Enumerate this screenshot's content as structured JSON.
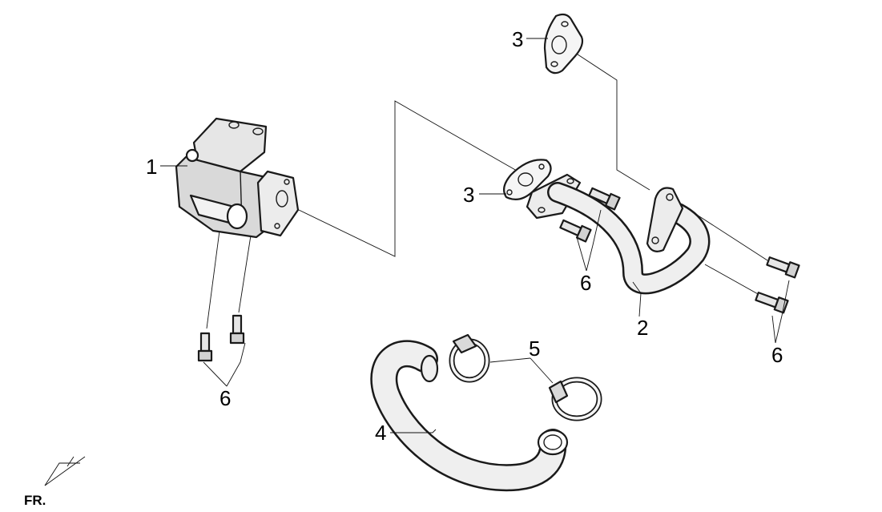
{
  "callouts": {
    "valve": "1",
    "pipe": "2",
    "gasket_top": "3",
    "gasket_mid": "3",
    "hose": "4",
    "clamp": "5",
    "bolt_left": "6",
    "bolt_mid": "6",
    "bolt_right": "6"
  },
  "orientation_label": "FR.",
  "colors": {
    "line": "#1a1a1a",
    "part_fill": "#e8e8e8",
    "part_shade": "#c4c4c4",
    "background": "#ffffff"
  }
}
